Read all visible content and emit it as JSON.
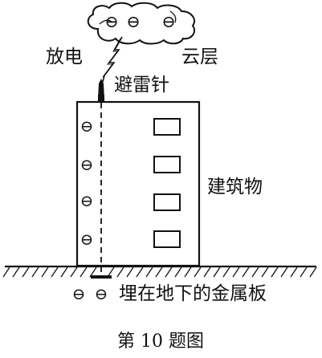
{
  "labels": {
    "discharge": "放电",
    "cloud_layer": "云层",
    "lightning_rod": "避雷针",
    "building": "建筑物",
    "buried_plate": "埋在地下的金属板",
    "caption": "第 10 题图"
  },
  "charge_symbol": "⊖",
  "cloud_charges": [
    "⊖",
    "⊖",
    "⊖"
  ],
  "building_charges": [
    "⊖",
    "⊖",
    "⊖",
    "⊖"
  ],
  "ground_charges": [
    "⊖",
    "⊖"
  ],
  "window_count": 4,
  "colors": {
    "ink": "#111111",
    "background": "#ffffff"
  }
}
